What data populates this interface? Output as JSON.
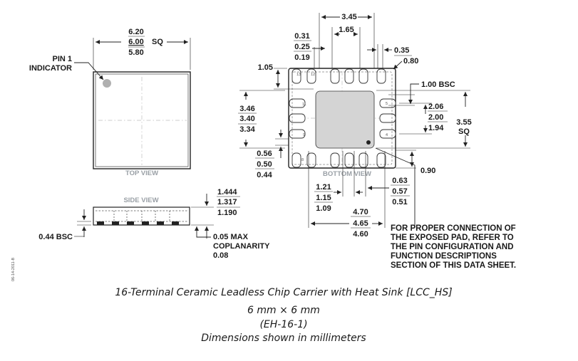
{
  "top_view": {
    "label": "TOP VIEW",
    "width_dims": [
      "6.20",
      "6.00",
      "5.80"
    ],
    "width_suffix": "SQ",
    "pin1_label_line1": "PIN 1",
    "pin1_label_line2": "INDICATOR"
  },
  "bottom_view": {
    "label": "BOTTOM VIEW",
    "dim_345": "3.45",
    "dim_165": "1.65",
    "pitch_dims": [
      "0.31",
      "0.25",
      "0.19"
    ],
    "dim_035": "0.35",
    "dim_080": "0.80",
    "dim_105": "1.05",
    "dim_100": "1.00 BSC",
    "left_dims": [
      "3.46",
      "3.40",
      "3.34"
    ],
    "right_dims": [
      "2.06",
      "2.00",
      "1.94"
    ],
    "dim_355": "3.55",
    "dim_355_suffix": "SQ",
    "lower_left_dims": [
      "0.56",
      "0.50",
      "0.44"
    ],
    "dim_090": "0.90",
    "bottom_left_dims": [
      "1.21",
      "1.15",
      "1.09"
    ],
    "bottom_right_dims": [
      "0.63",
      "0.57",
      "0.51"
    ],
    "bottom_dims": [
      "4.70",
      "4.65",
      "4.60"
    ],
    "pin_numbers": [
      "13",
      "12",
      "11",
      "9",
      "8",
      "5",
      "4"
    ]
  },
  "side_view": {
    "label": "SIDE VIEW",
    "height_dims": [
      "1.444",
      "1.317",
      "1.190"
    ],
    "dim_044": "0.44 BSC",
    "coplanarity_line1": "0.05 MAX",
    "coplanarity_line2": "COPLANARITY",
    "coplanarity_line3": "0.08"
  },
  "note": [
    "FOR PROPER CONNECTION OF",
    "THE EXPOSED PAD, REFER TO",
    "THE PIN CONFIGURATION AND",
    "FUNCTION DESCRIPTIONS",
    "SECTION OF THIS DATA SHEET."
  ],
  "caption": {
    "line1": "16-Terminal Ceramic Leadless Chip Carrier with Heat Sink [LCC_HS]",
    "line2": "6 mm × 6 mm",
    "line3": "(EH-16-1)",
    "line4": "Dimensions shown in millimeters"
  },
  "side_code": "06-14-2011-B"
}
